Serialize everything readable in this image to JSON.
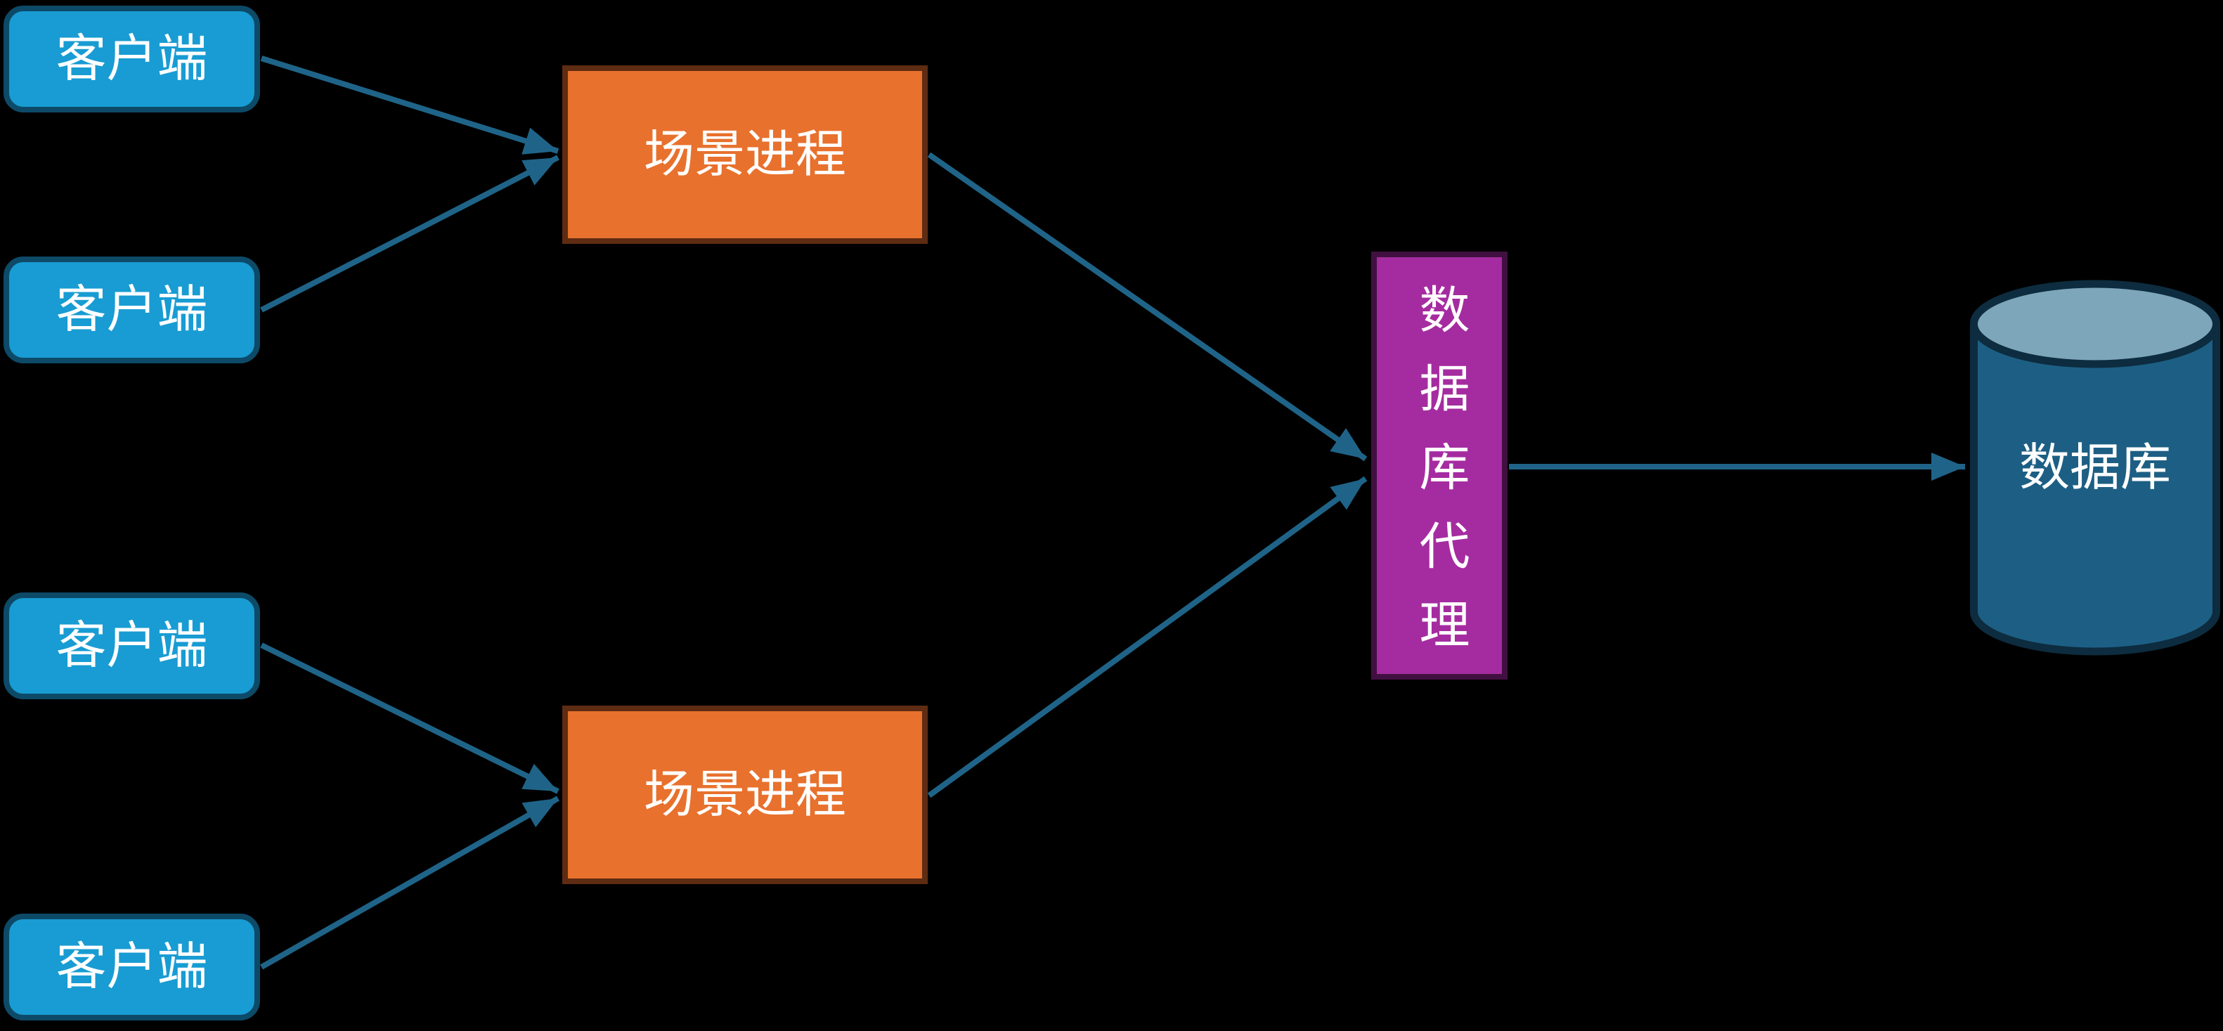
{
  "diagram": {
    "nodes": {
      "clients": [
        {
          "id": "client-1",
          "label": "客户端"
        },
        {
          "id": "client-2",
          "label": "客户端"
        },
        {
          "id": "client-3",
          "label": "客户端"
        },
        {
          "id": "client-4",
          "label": "客户端"
        }
      ],
      "scene_processes": [
        {
          "id": "scene-process-1",
          "label": "场景进程"
        },
        {
          "id": "scene-process-2",
          "label": "场景进程"
        }
      ],
      "database_proxy": {
        "id": "database-proxy",
        "label": "数据库代理"
      },
      "database": {
        "id": "database",
        "label": "数据库"
      }
    },
    "edges": [
      {
        "from": "client-1",
        "to": "scene-process-1"
      },
      {
        "from": "client-2",
        "to": "scene-process-1"
      },
      {
        "from": "client-3",
        "to": "scene-process-2"
      },
      {
        "from": "client-4",
        "to": "scene-process-2"
      },
      {
        "from": "scene-process-1",
        "to": "database-proxy"
      },
      {
        "from": "scene-process-2",
        "to": "database-proxy"
      },
      {
        "from": "database-proxy",
        "to": "database"
      }
    ],
    "colors": {
      "background": "#000000",
      "client_fill": "#189CD3",
      "client_border": "#0D4A68",
      "process_fill": "#E8712D",
      "process_border": "#5E2C12",
      "proxy_fill": "#A52CA0",
      "proxy_border": "#411040",
      "database_body": "#1D5F84",
      "database_top": "#7EA6BA",
      "database_border": "#0D2C3F",
      "arrow": "#1F6488",
      "text": "#FFFFFF"
    }
  }
}
